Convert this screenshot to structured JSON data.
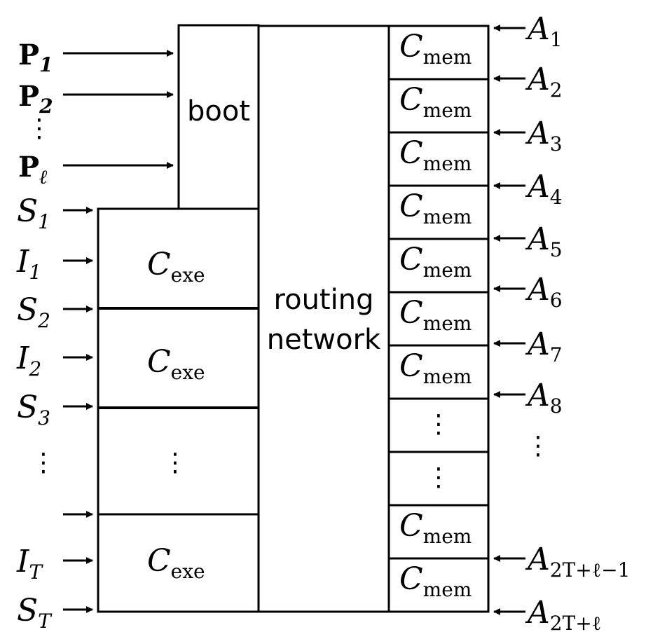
{
  "boot_label": "boot",
  "routing_label_line1": "routing",
  "routing_label_line2": "network",
  "program_inputs": [
    {
      "main": "P",
      "sub": "1"
    },
    {
      "main": "P",
      "sub": "2"
    },
    {
      "main": "P",
      "sub": "ℓ"
    }
  ],
  "program_dots": "⋮",
  "exe": {
    "main": "C",
    "sub": "exe"
  },
  "mem": {
    "main": "C",
    "sub": "mem"
  },
  "dots": "⋮",
  "left_inputs": [
    {
      "main": "S",
      "sub": "1"
    },
    {
      "main": "I",
      "sub": "1"
    },
    {
      "main": "S",
      "sub": "2"
    },
    {
      "main": "I",
      "sub": "2"
    },
    {
      "main": "S",
      "sub": "3"
    },
    {
      "main": "I",
      "sub": "T"
    },
    {
      "main": "S",
      "sub": "T"
    }
  ],
  "right_inputs": [
    {
      "main": "A",
      "sub": "1"
    },
    {
      "main": "A",
      "sub": "2"
    },
    {
      "main": "A",
      "sub": "3"
    },
    {
      "main": "A",
      "sub": "4"
    },
    {
      "main": "A",
      "sub": "5"
    },
    {
      "main": "A",
      "sub": "6"
    },
    {
      "main": "A",
      "sub": "7"
    },
    {
      "main": "A",
      "sub": "8"
    },
    {
      "main": "A",
      "sub": "2T+ℓ−1"
    },
    {
      "main": "A",
      "sub": "2T+ℓ"
    }
  ]
}
